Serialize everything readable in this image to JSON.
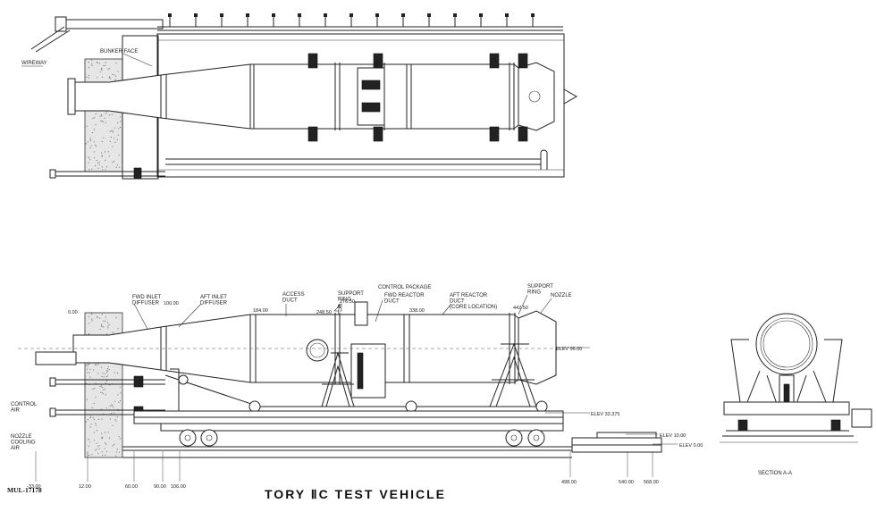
{
  "title": "TORY ⅡC TEST VEHICLE",
  "drawing_number": "MUL-17178",
  "plan_view_labels": {
    "bunker_face": "BUNKER FACE",
    "wireway": "WIREWAY"
  },
  "elevation_labels": {
    "fwd_inlet_diffuser": "FWD INLET\nDIFFUSER",
    "aft_inlet_diffuser": "AFT INLET\nDIFFUSER",
    "access_duct": "ACCESS\nDUCT",
    "support_ring_fwd": "SUPPORT\nRING",
    "control_package": "CONTROL PACKAGE",
    "fwd_reactor_duct": "FWD REACTOR\nDUCT",
    "aft_reactor_duct": "AFT REACTOR\nDUCT\n(CORE LOCATION)",
    "support_ring_aft": "SUPPORT\nRING",
    "nozzle": "NOZZLE",
    "control_air": "CONTROL\nAIR",
    "nozzle_cooling_air": "NOZZLE\nCOOLING\nAIR",
    "section_marker": "A",
    "section_label": "SECTION A-A"
  },
  "stations_top": [
    "0.00",
    "100.00",
    "184.00",
    "248.50",
    "276.50",
    "338.00",
    "442.50"
  ],
  "stations_bottom": [
    "-33.00",
    "12.00",
    "60.00",
    "90.00",
    "106.00",
    "498.00",
    "540.00",
    "568.00"
  ],
  "elevations": [
    "ELEV 96.00",
    "ELEV 33.375",
    "ELEV 10.00",
    "ELEV 0.00"
  ]
}
